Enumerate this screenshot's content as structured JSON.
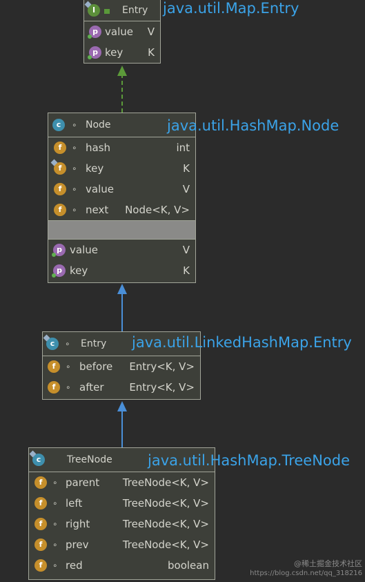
{
  "entry_iface": {
    "name": "Entry",
    "label": "java.util.Map.Entry",
    "icon": "I",
    "members": [
      {
        "icon": "p",
        "name": "value",
        "type": "V"
      },
      {
        "icon": "p",
        "name": "key",
        "type": "K"
      }
    ]
  },
  "node": {
    "name": "Node",
    "label": "java.util.HashMap.Node",
    "icon": "c",
    "fields": [
      {
        "icon": "f",
        "name": "hash",
        "type": "int"
      },
      {
        "icon": "f",
        "name": "key",
        "type": "K"
      },
      {
        "icon": "f",
        "name": "value",
        "type": "V"
      },
      {
        "icon": "f",
        "name": "next",
        "type": "Node<K, V>"
      }
    ],
    "props": [
      {
        "icon": "p",
        "name": "value",
        "type": "V"
      },
      {
        "icon": "p",
        "name": "key",
        "type": "K"
      }
    ]
  },
  "lhm_entry": {
    "name": "Entry",
    "label": "java.util.LinkedHashMap.Entry",
    "icon": "c",
    "fields": [
      {
        "icon": "f",
        "name": "before",
        "type": "Entry<K, V>"
      },
      {
        "icon": "f",
        "name": "after",
        "type": "Entry<K, V>"
      }
    ]
  },
  "treenode": {
    "name": "TreeNode",
    "label": "java.util.HashMap.TreeNode",
    "icon": "c",
    "fields": [
      {
        "icon": "f",
        "name": "parent",
        "type": "TreeNode<K, V>"
      },
      {
        "icon": "f",
        "name": "left",
        "type": "TreeNode<K, V>"
      },
      {
        "icon": "f",
        "name": "right",
        "type": "TreeNode<K, V>"
      },
      {
        "icon": "f",
        "name": "prev",
        "type": "TreeNode<K, V>"
      },
      {
        "icon": "f",
        "name": "red",
        "type": "boolean"
      }
    ]
  },
  "visibility_glyph": "∘",
  "colors": {
    "background": "#2b2b2b",
    "label_blue": "#3ba3e8",
    "arrow_blue": "#4a8fd8",
    "arrow_green": "#5c9a3a"
  },
  "watermark": {
    "line1": "@稀土掘金技术社区",
    "line2": "https://blog.csdn.net/qq_318216"
  }
}
